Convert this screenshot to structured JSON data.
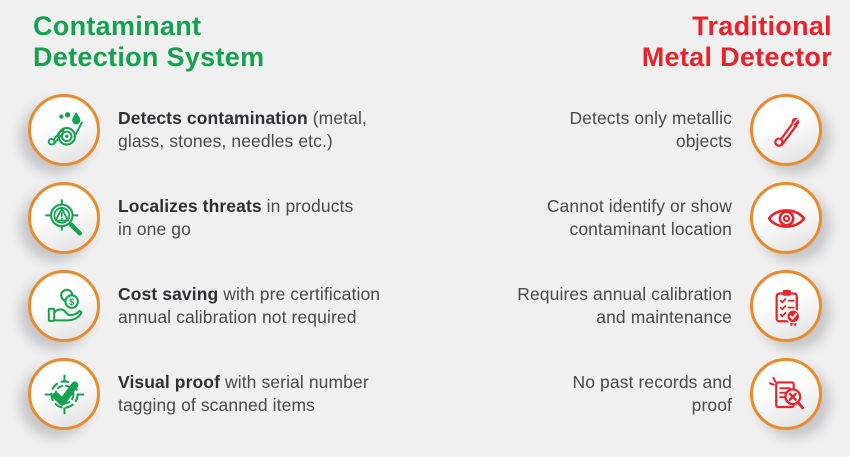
{
  "colors": {
    "background": "#F1F0F0",
    "green": "#14A150",
    "red": "#E8232B",
    "ring_orange": "#E88A2E",
    "text_bold": "#312F33",
    "text_body": "#4A494B"
  },
  "header": {
    "left": {
      "line1": "Contaminant",
      "line2": "Detection System"
    },
    "right": {
      "line1": "Traditional",
      "line2": "Metal Detector"
    }
  },
  "rows": [
    {
      "left": {
        "icon": "contamination-icon",
        "bold": "Detects contamination",
        "rest": " (metal,",
        "line2": "glass, stones, needles etc.)"
      },
      "right": {
        "icon": "safety-pin-icon",
        "line1": "Detects only metallic",
        "line2": "objects"
      }
    },
    {
      "left": {
        "icon": "localize-threat-icon",
        "bold": "Localizes threats",
        "rest": " in products",
        "line2": "in one go"
      },
      "right": {
        "icon": "eye-icon",
        "line1": "Cannot identify or show",
        "line2": "contaminant location"
      }
    },
    {
      "left": {
        "icon": "cost-saving-icon",
        "bold": "Cost saving",
        "rest": " with pre certification",
        "line2": "annual calibration not required"
      },
      "right": {
        "icon": "calibration-checklist-icon",
        "line1": "Requires annual calibration",
        "line2": "and maintenance"
      }
    },
    {
      "left": {
        "icon": "visual-proof-icon",
        "bold": "Visual proof",
        "rest": " with serial number",
        "line2": "tagging of scanned items"
      },
      "right": {
        "icon": "no-records-icon",
        "line1": "No past records and",
        "line2": "proof"
      }
    }
  ]
}
